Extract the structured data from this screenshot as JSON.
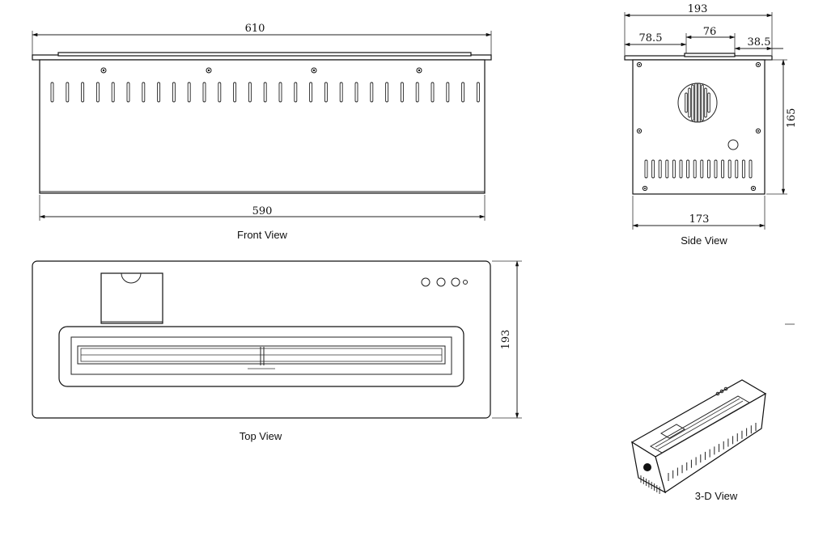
{
  "views": {
    "front": {
      "caption": "Front View",
      "dim_top": "610",
      "dim_bottom": "590"
    },
    "side": {
      "caption": "Side View",
      "dim_top": "193",
      "dim_left": "78.5",
      "dim_mid": "76",
      "dim_right": "38.5",
      "dim_height": "165",
      "dim_bottom": "173"
    },
    "top": {
      "caption": "Top View",
      "dim_height": "193"
    },
    "iso": {
      "caption": "3-D View"
    }
  }
}
